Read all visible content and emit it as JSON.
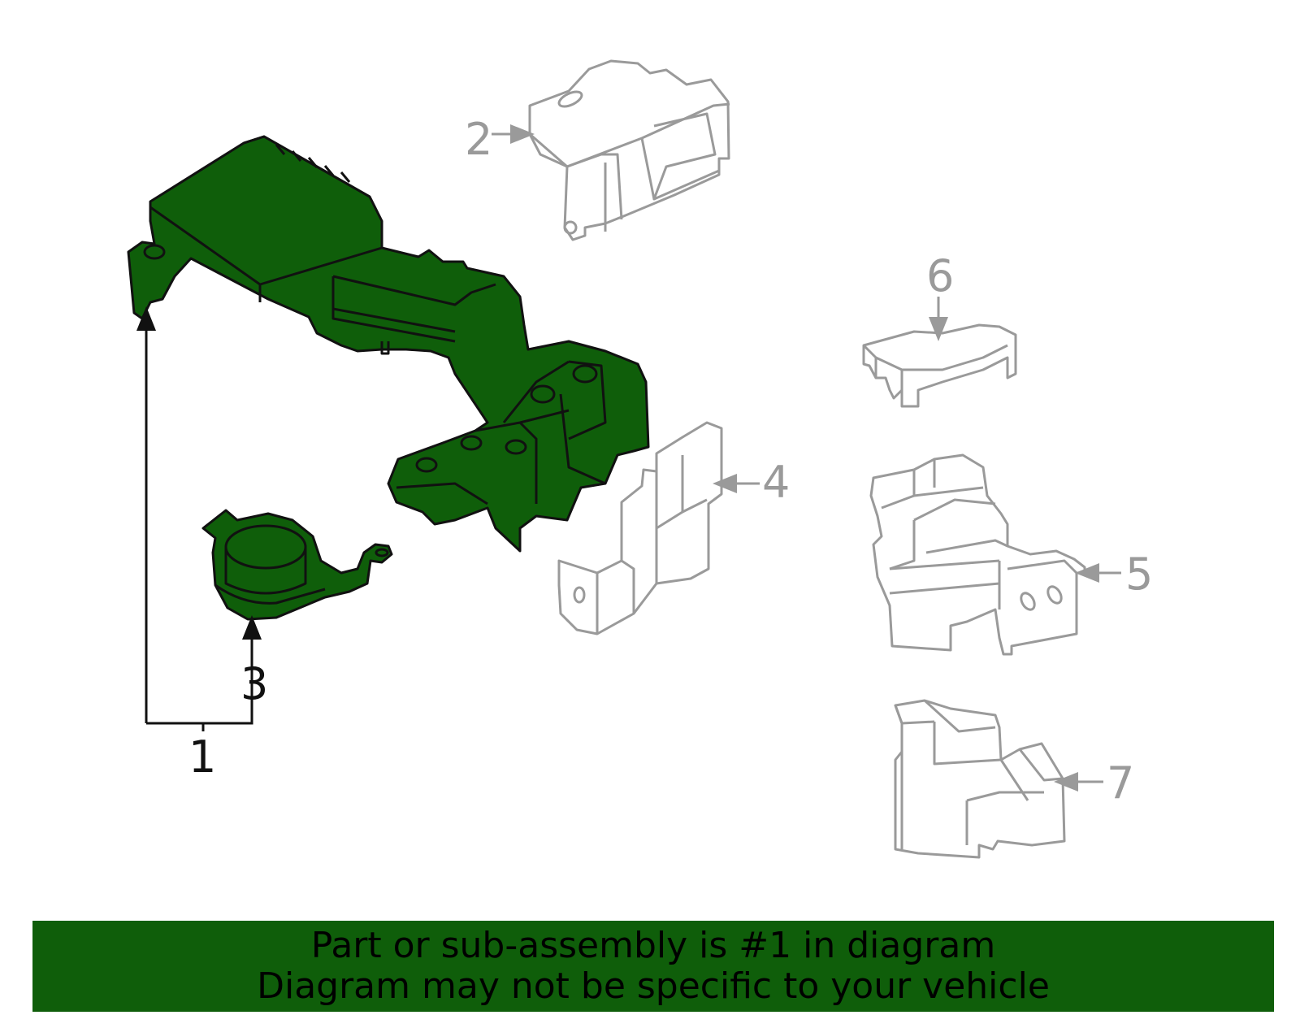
{
  "colors": {
    "highlight": "#0f5e0a",
    "outline_dark": "#111111",
    "outline_gray": "#9a9a9a",
    "banner_bg": "#0f5e0a"
  },
  "callouts": [
    {
      "id": "1",
      "label": "1",
      "highlighted": true
    },
    {
      "id": "2",
      "label": "2",
      "highlighted": false
    },
    {
      "id": "3",
      "label": "3",
      "highlighted": true
    },
    {
      "id": "4",
      "label": "4",
      "highlighted": false
    },
    {
      "id": "5",
      "label": "5",
      "highlighted": false
    },
    {
      "id": "6",
      "label": "6",
      "highlighted": false
    },
    {
      "id": "7",
      "label": "7",
      "highlighted": false
    }
  ],
  "banner": {
    "line1": "Part or sub-assembly is #1 in diagram",
    "line2": "Diagram may not be specific to your vehicle"
  }
}
